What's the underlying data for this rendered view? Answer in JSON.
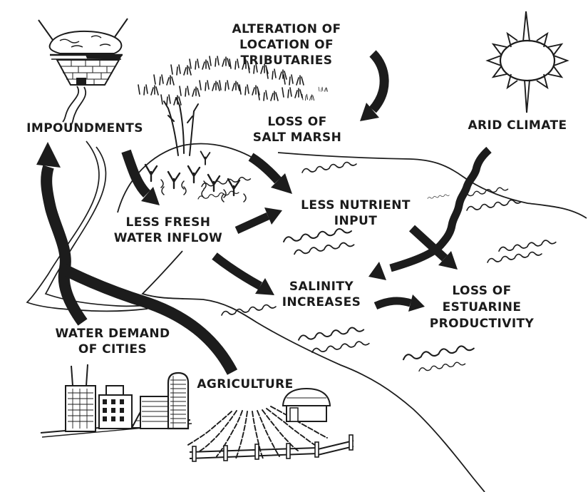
{
  "diagram": {
    "title_implicit": "Hand-drawn estuary degradation flow diagram",
    "colors": {
      "ink": "#1c1c1c",
      "background": "#ffffff"
    },
    "nodes": {
      "alteration_tributaries": {
        "line1": "ALTERATION OF",
        "line2": "LOCATION OF",
        "line3": "TRIBUTARIES"
      },
      "arid_climate": {
        "line1": "ARID CLIMATE"
      },
      "impoundments": {
        "line1": "IMPOUNDMENTS"
      },
      "loss_salt_marsh": {
        "line1": "LOSS OF",
        "line2": "SALT MARSH"
      },
      "less_nutrient_input": {
        "line1": "LESS NUTRIENT",
        "line2": "INPUT"
      },
      "less_fresh_water_inflow": {
        "line1": "LESS FRESH",
        "line2": "WATER INFLOW"
      },
      "salinity_increases": {
        "line1": "SALINITY",
        "line2": "INCREASES"
      },
      "loss_estuarine_productivity": {
        "line1": "LOSS OF",
        "line2": "ESTUARINE",
        "line3": "PRODUCTIVITY"
      },
      "water_demand_cities": {
        "line1": "WATER DEMAND",
        "line2": "OF CITIES"
      },
      "agriculture": {
        "line1": "AGRICULTURE"
      }
    },
    "edges": [
      {
        "from": "ALTERATION OF LOCATION OF TRIBUTARIES",
        "to": "LOSS OF SALT MARSH"
      },
      {
        "from": "LOSS OF SALT MARSH",
        "to": "LESS NUTRIENT INPUT"
      },
      {
        "from": "IMPOUNDMENTS",
        "to": "LESS FRESH WATER INFLOW"
      },
      {
        "from": "LESS FRESH WATER INFLOW",
        "to": "LESS NUTRIENT INPUT"
      },
      {
        "from": "LESS FRESH WATER INFLOW",
        "to": "SALINITY INCREASES"
      },
      {
        "from": "ARID CLIMATE (river)",
        "to": "SALINITY INCREASES"
      },
      {
        "from": "LESS NUTRIENT INPUT",
        "to": "LOSS OF ESTUARINE PRODUCTIVITY"
      },
      {
        "from": "SALINITY INCREASES",
        "to": "LOSS OF ESTUARINE PRODUCTIVITY"
      },
      {
        "from": "WATER DEMAND OF CITIES",
        "to": "IMPOUNDMENTS"
      },
      {
        "from": "AGRICULTURE",
        "to": "IMPOUNDMENTS"
      }
    ],
    "icons": [
      "dam-icon",
      "sun-icon",
      "salt-marsh-icon",
      "city-skyline-icon",
      "farm-field-icon",
      "river-icon",
      "wave-icon"
    ]
  }
}
